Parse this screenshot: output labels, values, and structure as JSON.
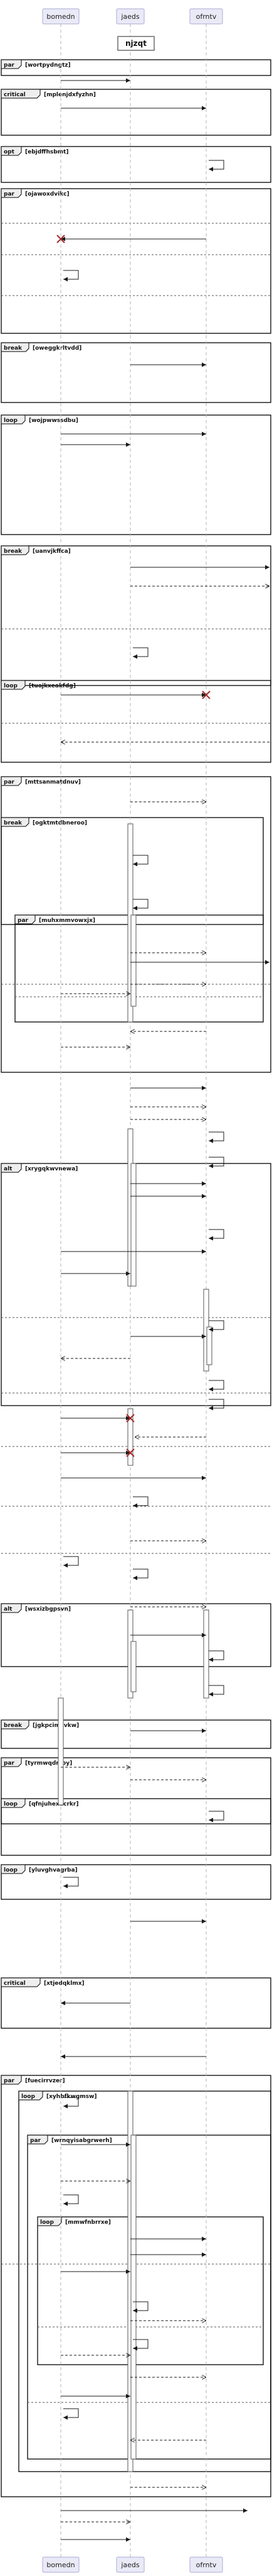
{
  "diagram": {
    "title": "njzqt",
    "participants": [
      "bomedn",
      "jaeds",
      "ofrntv"
    ],
    "colors": {
      "participant_fill": "#eaeaf7",
      "participant_stroke": "#a9a9d6",
      "lifeline": "#b5b5b5",
      "activation_fill": "#ffffff",
      "message": "#1a1a1a",
      "destroy": "#a52a2a"
    }
  }
}
